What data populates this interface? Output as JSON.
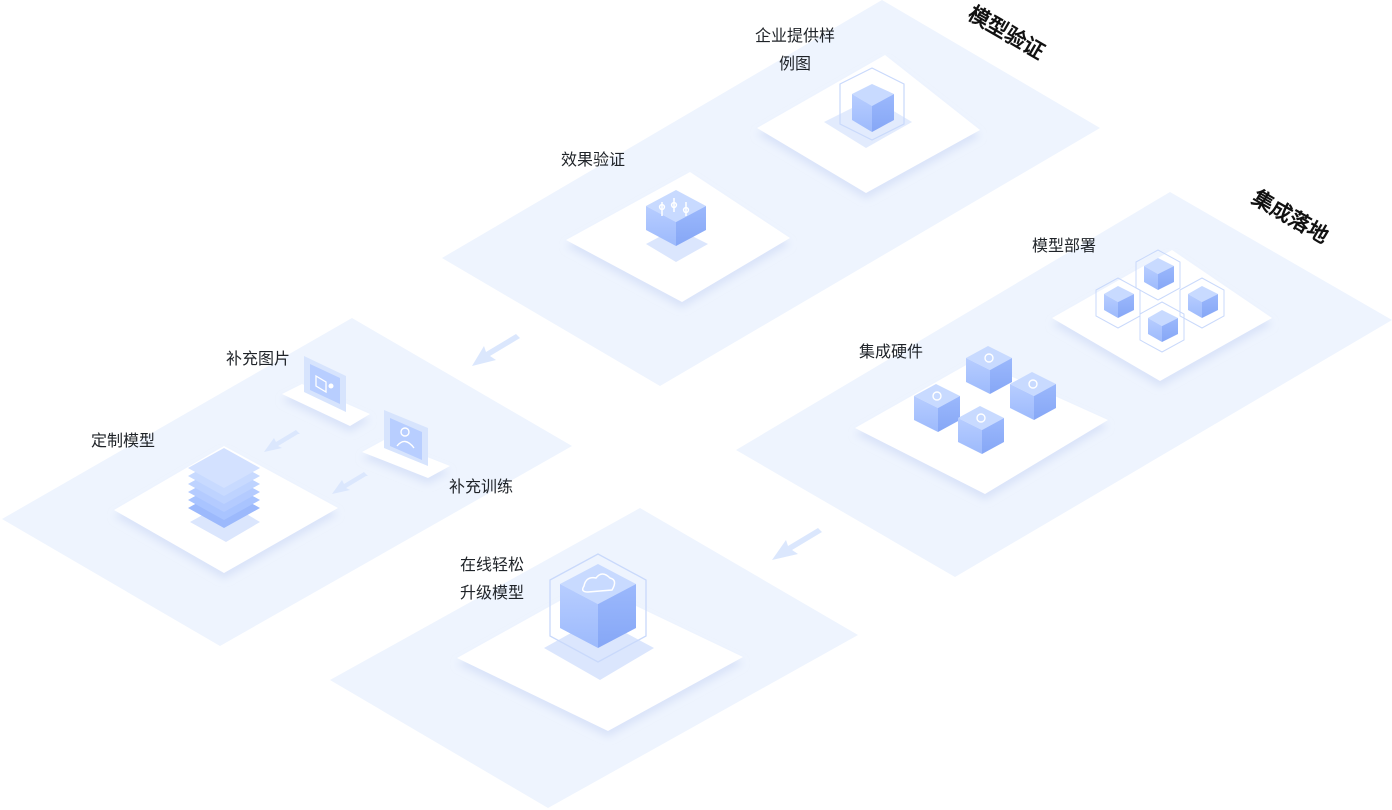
{
  "sections": {
    "verify": {
      "title": "模型验证"
    },
    "deploy": {
      "title": "集成落地"
    }
  },
  "labels": {
    "sample_images": [
      "企业提供样",
      "例图"
    ],
    "effect_verify": "效果验证",
    "supplement_images": "补充图片",
    "custom_model": "定制模型",
    "supplement_training": "补充训练",
    "upgrade_model": [
      "在线轻松",
      "升级模型"
    ],
    "model_deploy": "模型部署",
    "integrate_hardware": "集成硬件"
  },
  "colors": {
    "floor": "#eef4fe",
    "card": "#ffffff",
    "cube_front": "#a9c4ff",
    "cube_side": "#8fb0fb",
    "cube_top": "#c8daff",
    "arrow": "#dbe7fd",
    "glass": "#c9d9fb"
  }
}
